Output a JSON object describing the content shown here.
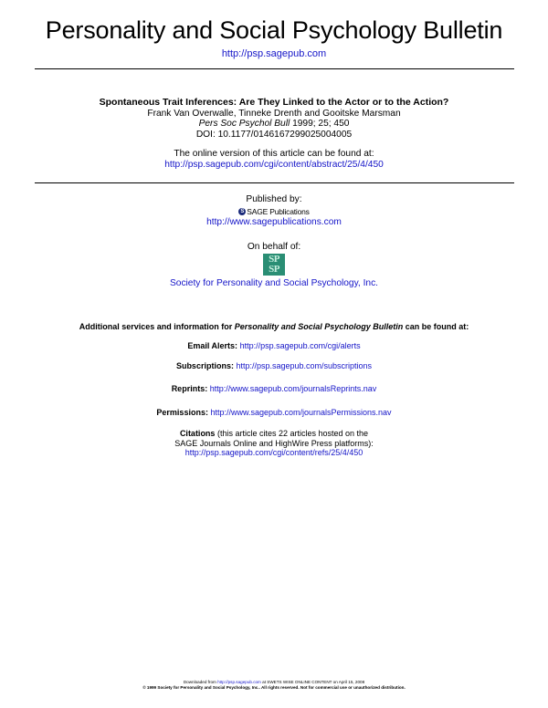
{
  "journal": {
    "title": "Personality and Social Psychology Bulletin",
    "url": "http://psp.sagepub.com"
  },
  "article": {
    "title": "Spontaneous Trait Inferences: Are They Linked to the Actor or to the Action?",
    "authors": "Frank Van Overwalle, Tinneke Drenth and Gooitske Marsman",
    "journal_abbrev": "Pers Soc Psychol Bull",
    "year_vol_page": " 1999; 25; 450",
    "doi": "DOI: 10.1177/0146167299025004005"
  },
  "online": {
    "text": "The online version of this article can be found at:",
    "url": "http://psp.sagepub.com/cgi/content/abstract/25/4/450"
  },
  "publisher": {
    "label": "Published by:",
    "logo_text": "SAGE Publications",
    "url": "http://www.sagepublications.com"
  },
  "behalf": {
    "label": "On behalf of:",
    "logo_top": "SP",
    "logo_bottom": "SP",
    "society": "Society for Personality and Social Psychology, Inc."
  },
  "services": {
    "lead": "Additional services and information for ",
    "journal": "Personality and Social Psychology Bulletin",
    "tail": " can be found at:",
    "email_label": "Email Alerts:",
    "email_url": "http://psp.sagepub.com/cgi/alerts",
    "subs_label": "Subscriptions:",
    "subs_url": "http://psp.sagepub.com/subscriptions",
    "reprints_label": "Reprints:",
    "reprints_url": "http://www.sagepub.com/journalsReprints.nav",
    "perm_label": "Permissions:",
    "perm_url": "http://www.sagepub.com/journalsPermissions.nav",
    "citations_label": "Citations",
    "citations_text_1": " (this article cites 22 articles hosted on the",
    "citations_text_2": "SAGE Journals Online and HighWire Press platforms):",
    "citations_url": "http://psp.sagepub.com/cgi/content/refs/25/4/450"
  },
  "footer": {
    "line1_a": "Downloaded from ",
    "line1_url": "http://psp.sagepub.com",
    "line1_b": " at SWETS WISE ONLINE CONTENT on April 15, 2008",
    "line2": "© 1999 Society for Personality and Social Psychology, Inc.. All rights reserved. Not for commercial use or unauthorized distribution."
  },
  "colors": {
    "link": "#1414c8",
    "sage_logo": "#1a2a7a",
    "spsp_logo": "#2a8e74"
  }
}
